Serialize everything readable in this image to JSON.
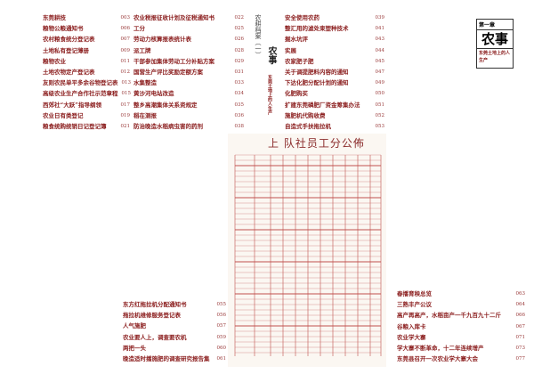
{
  "toc_left": [
    {
      "t": "东莞耕技",
      "p": "003"
    },
    {
      "t": "粮物公粮通知书",
      "p": "006"
    },
    {
      "t": "农村粮食统分登记表",
      "p": "007"
    },
    {
      "t": "土地私有登记薄册",
      "p": "009"
    },
    {
      "t": "粮物农业",
      "p": "011"
    },
    {
      "t": "土地农物定产登记表",
      "p": "012"
    },
    {
      "t": "友则农民单平多余谷物登记表",
      "p": "013"
    },
    {
      "t": "高级农业生产合作社示范章程",
      "p": "015"
    },
    {
      "t": "西郊社“大跃”指导纲领",
      "p": "017"
    },
    {
      "t": "农业日有类登记",
      "p": "019"
    },
    {
      "t": "粮食统购统销日记登记簿",
      "p": "021"
    }
  ],
  "toc_mid": [
    {
      "t": "农业税报征收计划及征税通知书",
      "p": "022"
    },
    {
      "t": "工分",
      "p": "025"
    },
    {
      "t": "劳动力核算报表统计表",
      "p": "026"
    },
    {
      "t": "派工牌",
      "p": "028"
    },
    {
      "t": "干部参加集体劳动工分补贴方案",
      "p": "029"
    },
    {
      "t": "国营生产评比奖励定额方案",
      "p": "031"
    },
    {
      "t": "水集整造",
      "p": "033"
    },
    {
      "t": "黄沙河电站改造",
      "p": "034"
    },
    {
      "t": "整乡高潮集体关系资规定",
      "p": "035"
    },
    {
      "t": "稻在测报",
      "p": "036"
    },
    {
      "t": "防治晚造水稻病虫害的药剂",
      "p": "038"
    }
  ],
  "toc_right": [
    {
      "t": "安全使用农药",
      "p": "039"
    },
    {
      "t": "整汇用的滤处束塑种技术",
      "p": "041"
    },
    {
      "t": "掘水坑评",
      "p": "043"
    },
    {
      "t": "实展",
      "p": "044"
    },
    {
      "t": "农家肥子肥",
      "p": "045"
    },
    {
      "t": "关于调提肥料内容的通知",
      "p": "047"
    },
    {
      "t": "下达化肥分配计划的通知",
      "p": "049"
    },
    {
      "t": "化肥购买",
      "p": "050"
    },
    {
      "t": "扩建东莞磷肥厂资金筹集办法",
      "p": "051"
    },
    {
      "t": "施肥机代购收费",
      "p": "052"
    },
    {
      "t": "自造式手扶拖拉机",
      "p": "053"
    }
  ],
  "toc_mid_bottom": [
    {
      "t": "东方红拖拉机分配通知书",
      "p": "055"
    },
    {
      "t": "拖拉机维修服务登记表",
      "p": "056"
    },
    {
      "t": "人气施肥",
      "p": "057"
    },
    {
      "t": "农业要人上，调查要农机",
      "p": "059"
    },
    {
      "t": "两把一头",
      "p": "060"
    },
    {
      "t": "晚造适时播施肥的调查研究报告集",
      "p": "061"
    }
  ],
  "toc_far_bottom": [
    {
      "t": "春播育秧总览",
      "p": "063"
    },
    {
      "t": "三熟丰产公议",
      "p": "064"
    },
    {
      "t": "高产再高产，水稻亩产一千九百九十二斤",
      "p": "066"
    },
    {
      "t": "谷粮入库卡",
      "p": "067"
    },
    {
      "t": "农业学大寨",
      "p": "071"
    },
    {
      "t": "学大寨不断革命，十二年连续增产",
      "p": "073"
    },
    {
      "t": "东莞县召开一次农业学大寨大会",
      "p": "077"
    }
  ],
  "spine": {
    "series": "农耕档案（一）",
    "title": "农事",
    "subtitle": "东莞土地上的人生产"
  },
  "chapter": {
    "number": "第一章",
    "title": "农事",
    "subtitle": "东莞土地上的人生产"
  },
  "document_image": {
    "title": "上 队社员工分公佈"
  },
  "colors": {
    "accent": "#8a1c1c"
  }
}
